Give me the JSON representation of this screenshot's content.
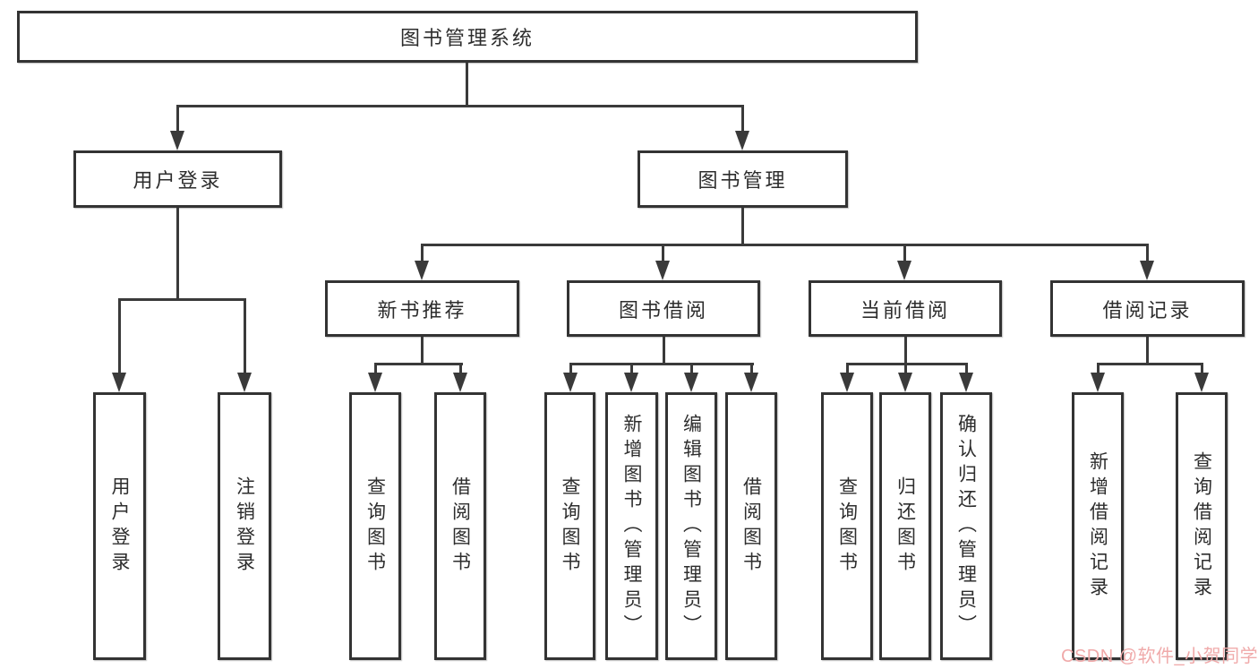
{
  "nodes": {
    "root": "图书管理系统",
    "user_login": "用户登录",
    "book_mgmt": "图书管理",
    "new_book_rec": "新书推荐",
    "book_borrow": "图书借阅",
    "current_borrow": "当前借阅",
    "borrow_record": "借阅记录",
    "user_login_leaf": "用户登录",
    "logout_leaf": "注销登录",
    "nb_query": "查询图书",
    "nb_borrow": "借阅图书",
    "bb_query": "查询图书",
    "bb_add": "新增图书（管理员）",
    "bb_edit": "编辑图书（管理员）",
    "bb_borrow": "借阅图书",
    "cb_query": "查询图书",
    "cb_return": "归还图书",
    "cb_confirm": "确认归还（管理员）",
    "br_add": "新增借阅记录",
    "br_query": "查询借阅记录"
  },
  "hierarchy": {
    "图书管理系统": {
      "用户登录": [
        "用户登录",
        "注销登录"
      ],
      "图书管理": {
        "新书推荐": [
          "查询图书",
          "借阅图书"
        ],
        "图书借阅": [
          "查询图书",
          "新增图书（管理员）",
          "编辑图书（管理员）",
          "借阅图书"
        ],
        "当前借阅": [
          "查询图书",
          "归还图书",
          "确认归还（管理员）"
        ],
        "借阅记录": [
          "新增借阅记录",
          "查询借阅记录"
        ]
      }
    }
  },
  "watermark": "CSDN @软件_小贺同学",
  "colors": {
    "line": "#3a3a3a",
    "border": "#333333",
    "text": "#2d2d2d",
    "background": "#ffffff",
    "watermark": "#f0aaaa"
  }
}
